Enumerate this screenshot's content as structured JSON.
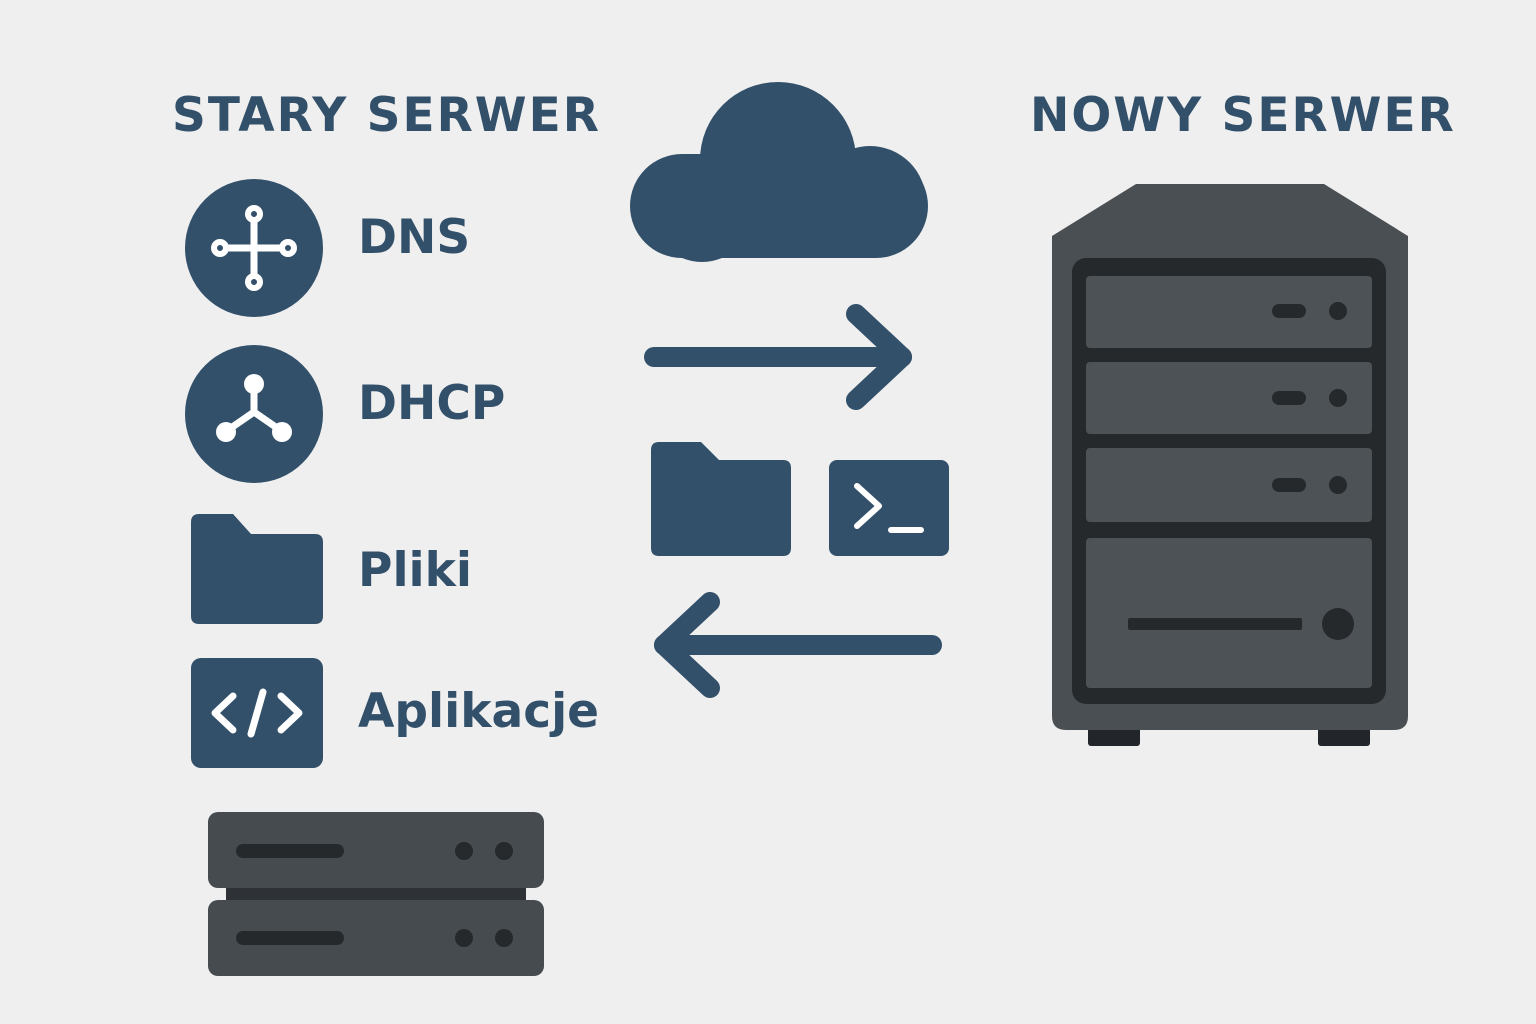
{
  "old_server": {
    "title": "STARY SERWER",
    "services": [
      {
        "label": "DNS",
        "icon": "dns-network-icon"
      },
      {
        "label": "DHCP",
        "icon": "dhcp-network-icon"
      },
      {
        "label": "Pliki",
        "icon": "folder-icon"
      },
      {
        "label": "Aplikacje",
        "icon": "code-icon"
      }
    ],
    "icon": "rack-server-icon"
  },
  "new_server": {
    "title": "NOWY SERWER",
    "icon": "tower-server-icon"
  },
  "transfer": {
    "icons": [
      "cloud-icon",
      "arrow-right-icon",
      "folder-icon",
      "terminal-icon",
      "arrow-left-icon"
    ]
  },
  "colors": {
    "background": "#efefef",
    "primary": "#33506a",
    "server_dark": "#3f4448",
    "server_mid": "#4d5256",
    "server_black": "#26292c"
  }
}
